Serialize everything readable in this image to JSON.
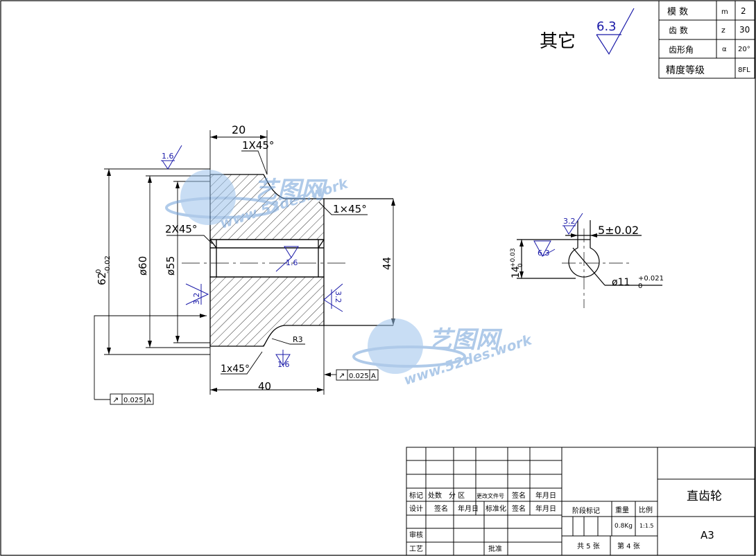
{
  "gear_params": {
    "module_label": "模 数",
    "module_sym": "m",
    "module_val": "2",
    "teeth_label": "齿 数",
    "teeth_sym": "z",
    "teeth_val": "30",
    "angle_label": "齿形角",
    "angle_sym": "α",
    "angle_val": "20°",
    "grade_label": "精度等级",
    "grade_val": "8FL"
  },
  "other_roughness": {
    "label": "其它",
    "value": "6.3"
  },
  "dims": {
    "top_width": "20",
    "chamfer_top": "1X45°",
    "chamfer_right": "1×45°",
    "chamfer_left": "2X45°",
    "chamfer_bottom": "1x45°",
    "bottom_width": "40",
    "dia_outer": "62",
    "dia_outer_tol_up": "0",
    "dia_outer_tol_low": "-0.02",
    "dia_60": "ø60",
    "dia_55": "ø55",
    "hub_dia": "44",
    "radius": "R3",
    "rough_top": "1.6",
    "rough_bore": "1.6",
    "rough_left": "3.2",
    "rough_right": "3.2",
    "rough_bottom": "1.6",
    "runout_right_sym": "↗",
    "runout_right_val": "0.025",
    "runout_right_ref": "A",
    "runout_left_sym": "↗",
    "runout_left_val": "0.025",
    "runout_left_ref": "A"
  },
  "keyway": {
    "width": "5±0.02",
    "depth": "14",
    "depth_tol_up": "+0.03",
    "depth_tol_low": "0",
    "bore": "ø11",
    "bore_tol_up": "+0.021",
    "bore_tol_low": "0",
    "rough_top": "3.2",
    "rough_side": "6.3"
  },
  "title_block": {
    "h_mark": "标记",
    "h_count": "处数",
    "h_zone": "分 区",
    "h_change": "更改文件号",
    "h_sign": "签名",
    "h_date": "年月日",
    "r_design": "设计",
    "r_sign": "签名",
    "r_date": "年月日",
    "r_std": "标准化",
    "r_sign2": "签名",
    "r_date2": "年月日",
    "stage_mark": "阶段标记",
    "weight_label": "重量",
    "scale_label": "比例",
    "weight_val": "0.8Kg",
    "scale_val": "1:1.5",
    "review": "审核",
    "process": "工艺",
    "approve": "批准",
    "total_sheets": "共 5 张",
    "sheet_no": "第 4 张",
    "part_name": "直齿轮",
    "paper_size": "A3"
  },
  "watermark": {
    "brand": "艺图网",
    "url": "www.52des.work"
  }
}
